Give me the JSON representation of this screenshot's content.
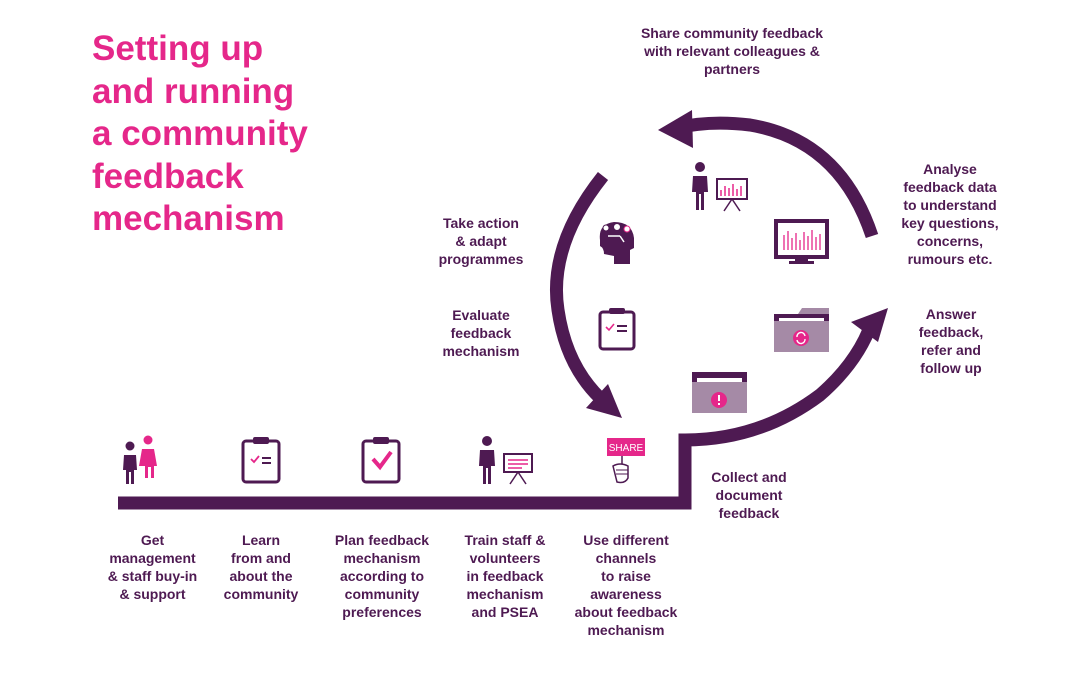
{
  "title_lines": [
    "Setting up",
    "and running",
    "a community",
    "feedback",
    "mechanism"
  ],
  "steps": [
    {
      "lines": [
        "Get",
        "management",
        "& staff buy-in",
        "& support"
      ],
      "icon": "two-people-icon"
    },
    {
      "lines": [
        "Learn",
        "from and",
        "about the",
        "community"
      ],
      "icon": "clipboard-list-icon"
    },
    {
      "lines": [
        "Plan feedback",
        "mechanism",
        "according to",
        "community",
        "preferences"
      ],
      "icon": "clipboard-check-icon"
    },
    {
      "lines": [
        "Train staff &",
        "volunteers",
        "in feedback",
        "mechanism",
        "and PSEA"
      ],
      "icon": "presenter-icon"
    },
    {
      "lines": [
        "Use different",
        "channels",
        "to raise",
        "awareness",
        "about feedback",
        "mechanism"
      ],
      "icon": "share-sign-icon",
      "sign_text": "SHARE"
    }
  ],
  "cycle": {
    "collect": [
      "Collect and",
      "document",
      "feedback"
    ],
    "answer": [
      "Answer",
      "feedback,",
      "refer and",
      "follow up"
    ],
    "analyse": [
      "Analyse",
      "feedback data",
      "to understand",
      "key questions,",
      "concerns,",
      "rumours etc."
    ],
    "share": [
      "Share community feedback",
      "with relevant colleagues &",
      "partners"
    ],
    "take_action": [
      "Take action",
      "& adapt",
      "programmes"
    ],
    "evaluate": [
      "Evaluate",
      "feedback",
      "mechanism"
    ]
  },
  "colors": {
    "pink": "#e5278a",
    "purple": "#4e1a52",
    "light_purple": "#a58aa6"
  }
}
